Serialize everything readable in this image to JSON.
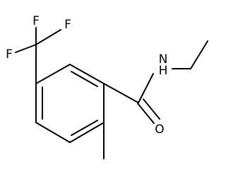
{
  "molecule": {
    "atoms": {
      "f1": "F",
      "f2": "F",
      "f3": "F",
      "nitrogen_label": "N",
      "nitrogen_h_label": "H",
      "oxygen": "O"
    },
    "colors": {
      "bond": "#000000",
      "label": "#000000",
      "background": "#ffffff"
    }
  }
}
